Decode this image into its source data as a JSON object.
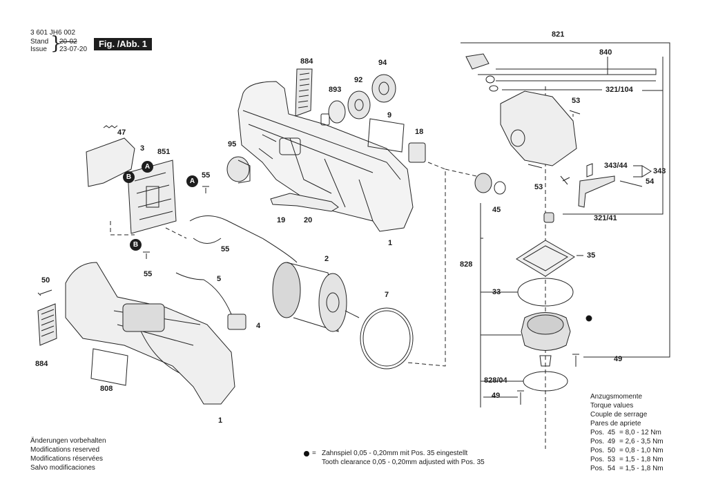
{
  "header": {
    "part_number": "3 601 JH6 002",
    "stand_label": "Stand",
    "stand_value": "20-02",
    "issue_label": "Issue",
    "issue_value": "23-07-20",
    "figure_title": "Fig. /Abb. 1"
  },
  "callouts": {
    "c884a": "884",
    "c893": "893",
    "c92": "92",
    "c94": "94",
    "c9": "9",
    "c18": "18",
    "c95": "95",
    "c47": "47",
    "c3": "3",
    "c851": "851",
    "c55a": "55",
    "c55b": "55",
    "c55c": "55",
    "c19": "19",
    "c20": "20",
    "c1a": "1",
    "c2": "2",
    "c5": "5",
    "c4": "4",
    "c7": "7",
    "c50": "50",
    "c884b": "884",
    "c808": "808",
    "c1b": "1",
    "c821": "821",
    "c840": "840",
    "c321_104": "321/104",
    "c53a": "53",
    "c343_44": "343/44",
    "c343": "343",
    "c54": "54",
    "c53b": "53",
    "c45": "45",
    "c321_41": "321/41",
    "c828": "828",
    "c35": "35",
    "c33": "33",
    "c49a": "49",
    "c828_04": "828/04",
    "c49b": "49"
  },
  "markers": {
    "a": "A",
    "b": "B"
  },
  "footer_left": [
    "Änderungen vorbehalten",
    "Modifications reserved",
    "Modifications réservées",
    "Salvo modificaciones"
  ],
  "footnote": {
    "symbol_eq": "=",
    "line1": "Zahnspiel 0,05 - 0,20mm mit Pos. 35 eingestellt",
    "line2": "Tooth clearance 0,05 - 0,20mm adjusted with Pos. 35"
  },
  "torque": {
    "titles": [
      "Anzugsmomente",
      "Torque values",
      "Couple de serrage",
      "Pares de apriete"
    ],
    "rows": [
      {
        "pos": "Pos.",
        "num": "45",
        "val": "= 8,0 - 12  Nm"
      },
      {
        "pos": "Pos.",
        "num": "49",
        "val": "= 2,6 - 3,5 Nm"
      },
      {
        "pos": "Pos.",
        "num": "50",
        "val": "= 0,8 - 1,0 Nm"
      },
      {
        "pos": "Pos.",
        "num": "53",
        "val": "= 1,5 - 1,8 Nm"
      },
      {
        "pos": "Pos.",
        "num": "54",
        "val": "= 1,5 - 1,8 Nm"
      }
    ]
  }
}
